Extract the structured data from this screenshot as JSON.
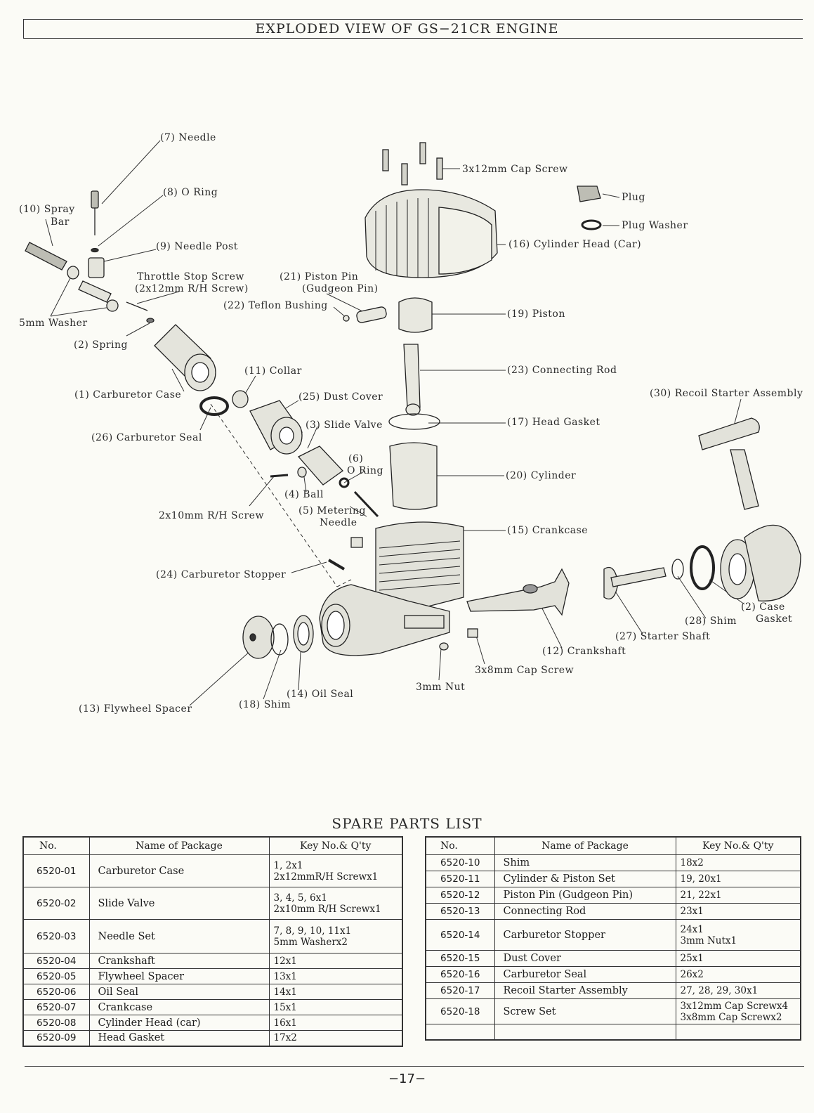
{
  "title": "EXPLODED VIEW OF GS−21CR ENGINE",
  "labels": {
    "needle": "(7)  Needle",
    "o_ring_8": "(8)  O Ring",
    "spray_bar_1": "(10)  Spray",
    "spray_bar_2": "Bar",
    "needle_post": "(9)  Needle Post",
    "throttle_stop_1": "Throttle Stop Screw",
    "throttle_stop_2": "(2x12mm R/H Screw)",
    "washer_5mm": "5mm Washer",
    "spring": "(2)  Spring",
    "carb_case": "(1)  Carburetor Case",
    "carb_seal": "(26)  Carburetor Seal",
    "piston_pin_1": "(21)  Piston Pin",
    "piston_pin_2": "(Gudgeon Pin)",
    "teflon_bushing": "(22)  Teflon Bushing",
    "collar": "(11)  Collar",
    "dust_cover": "(25)  Dust Cover",
    "slide_valve": "(3)  Slide Valve",
    "o_ring_6_1": "(6)",
    "o_ring_6_2": "O Ring",
    "ball": "(4)  Ball",
    "metering_1": "(5)  Metering",
    "metering_2": "Needle",
    "screw_2x10": "2x10mm R/H Screw",
    "carb_stopper": "(24)  Carburetor Stopper",
    "cap_screw_3x12": "3x12mm Cap Screw",
    "plug": "Plug",
    "plug_washer": "Plug Washer",
    "cyl_head": "(16)  Cylinder Head  (Car)",
    "piston": "(19)  Piston",
    "con_rod": "(23)  Connecting Rod",
    "head_gasket": "(17)  Head Gasket",
    "cylinder": "(20)  Cylinder",
    "crankcase": "(15)  Crankcase",
    "recoil": "(30)  Recoil Starter Assembly",
    "case_gasket_1": "(2)  Case",
    "case_gasket_2": "Gasket",
    "shim_28": "(28)  Shim",
    "starter_shaft": "(27)  Starter Shaft",
    "crankshaft": "(12)  Crankshaft",
    "cap_screw_3x8": "3x8mm Cap Screw",
    "nut_3mm": "3mm Nut",
    "oil_seal": "(14)  Oil Seal",
    "shim_18": "(18)  Shim",
    "flywheel_spacer": "(13)  Flywheel Spacer"
  },
  "spare_title": "SPARE PARTS LIST",
  "table_headers": {
    "no": "No.",
    "name": "Name of Package",
    "key": "Key No.& Q'ty"
  },
  "left_table": [
    {
      "no": "6520-01",
      "name": "Carburetor Case",
      "key": "1, 2x1\n2x12mmR/H Screwx1"
    },
    {
      "no": "6520-02",
      "name": "Slide Valve",
      "key": "3, 4, 5, 6x1\n2x10mm R/H Screwx1"
    },
    {
      "no": "6520-03",
      "name": "Needle Set",
      "key": "7, 8, 9, 10, 11x1\n5mm Washerx2"
    },
    {
      "no": "6520-04",
      "name": "Crankshaft",
      "key": "12x1"
    },
    {
      "no": "6520-05",
      "name": "Flywheel Spacer",
      "key": "13x1"
    },
    {
      "no": "6520-06",
      "name": "Oil Seal",
      "key": "14x1"
    },
    {
      "no": "6520-07",
      "name": "Crankcase",
      "key": "15x1"
    },
    {
      "no": "6520-08",
      "name": "Cylinder Head  (car)",
      "key": "16x1"
    },
    {
      "no": "6520-09",
      "name": "Head Gasket",
      "key": "17x2"
    }
  ],
  "right_table": [
    {
      "no": "6520-10",
      "name": "Shim",
      "key": "18x2"
    },
    {
      "no": "6520-11",
      "name": "Cylinder & Piston Set",
      "key": "19, 20x1"
    },
    {
      "no": "6520-12",
      "name": "Piston Pin  (Gudgeon Pin)",
      "key": "21, 22x1"
    },
    {
      "no": "6520-13",
      "name": "Connecting Rod",
      "key": "23x1"
    },
    {
      "no": "6520-14",
      "name": "Carburetor Stopper",
      "key": "24x1\n3mm Nutx1"
    },
    {
      "no": "6520-15",
      "name": "Dust Cover",
      "key": "25x1"
    },
    {
      "no": "6520-16",
      "name": "Carburetor Seal",
      "key": "26x2"
    },
    {
      "no": "6520-17",
      "name": "Recoil Starter Assembly",
      "key": "27, 28, 29, 30x1"
    },
    {
      "no": "6520-18",
      "name": "Screw Set",
      "key": "3x12mm Cap Screwx4\n3x8mm Cap Screwx2"
    },
    {
      "no": "",
      "name": "",
      "key": ""
    }
  ],
  "page_number": "−17−"
}
